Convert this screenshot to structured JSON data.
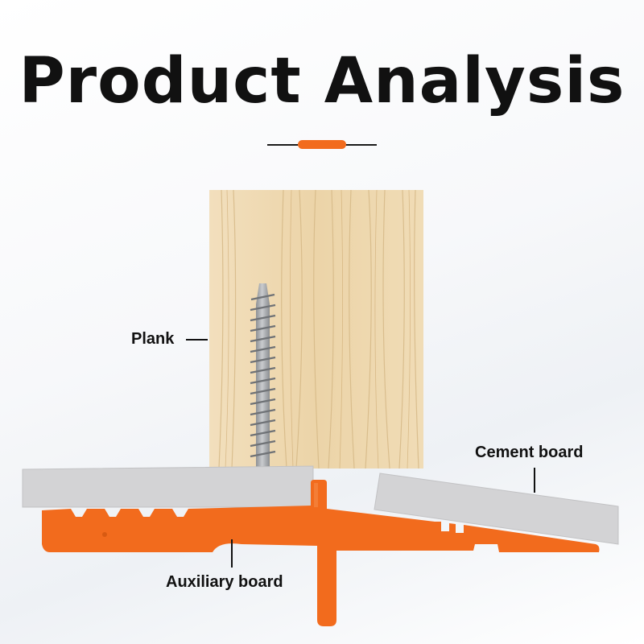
{
  "title": "Product Analysis",
  "labels": {
    "plank": "Plank",
    "cement_board": "Cement board",
    "auxiliary_board": "Auxiliary board"
  },
  "colors": {
    "accent": "#f26b1d",
    "cement": "#d3d3d5",
    "wood": "#ecd6ae",
    "screw": "#a8aaad",
    "text": "#111111"
  }
}
